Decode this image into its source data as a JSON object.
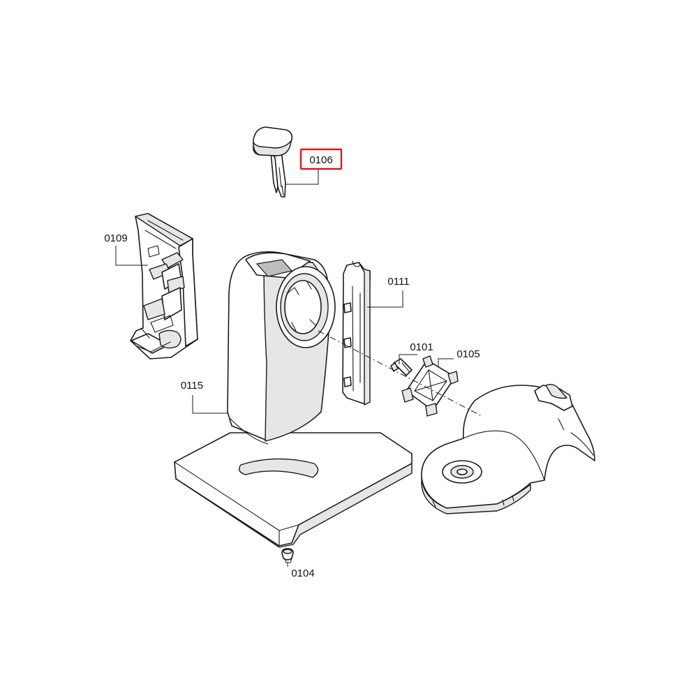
{
  "parts": {
    "p0106": {
      "label": "0106",
      "highlighted": true
    },
    "p0109": {
      "label": "0109",
      "highlighted": false
    },
    "p0111": {
      "label": "0111",
      "highlighted": false
    },
    "p0101": {
      "label": "0101",
      "highlighted": false
    },
    "p0105": {
      "label": "0105",
      "highlighted": false
    },
    "p0115": {
      "label": "0115",
      "highlighted": false
    },
    "p0104": {
      "label": "0104",
      "highlighted": false
    }
  },
  "colors": {
    "highlight": "#e0141e",
    "line": "#1a1a1a",
    "background": "#ffffff"
  }
}
